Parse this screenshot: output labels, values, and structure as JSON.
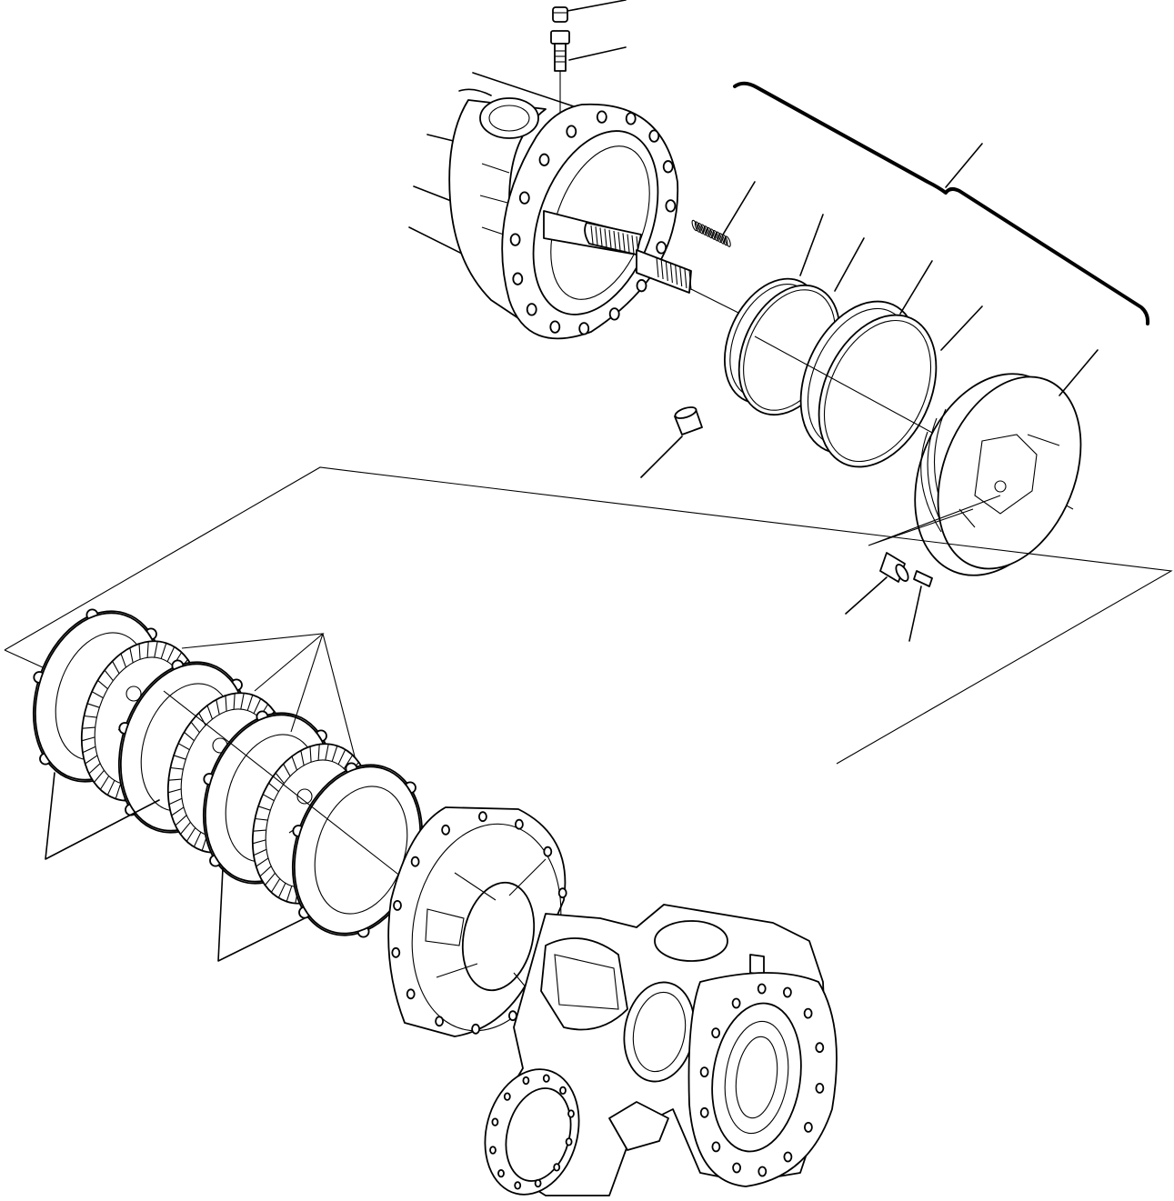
{
  "diagram": {
    "kind": "exploded-parts-drawing",
    "text_labels": [],
    "stroke_color": "#000000",
    "background_color": "#ffffff",
    "components": [
      "breather-cap",
      "breather-fitting",
      "axle-shaft-housing",
      "spring",
      "seal-ring-small",
      "seal-ring-large",
      "backup-ring",
      "brake-piston",
      "dowel-pin",
      "bushing",
      "bleeder-screw",
      "brake-disc-pack",
      "differential-housing",
      "part-group-bracket",
      "plate-group-bracket",
      "disc-group-bracket",
      "leader-lines"
    ]
  }
}
